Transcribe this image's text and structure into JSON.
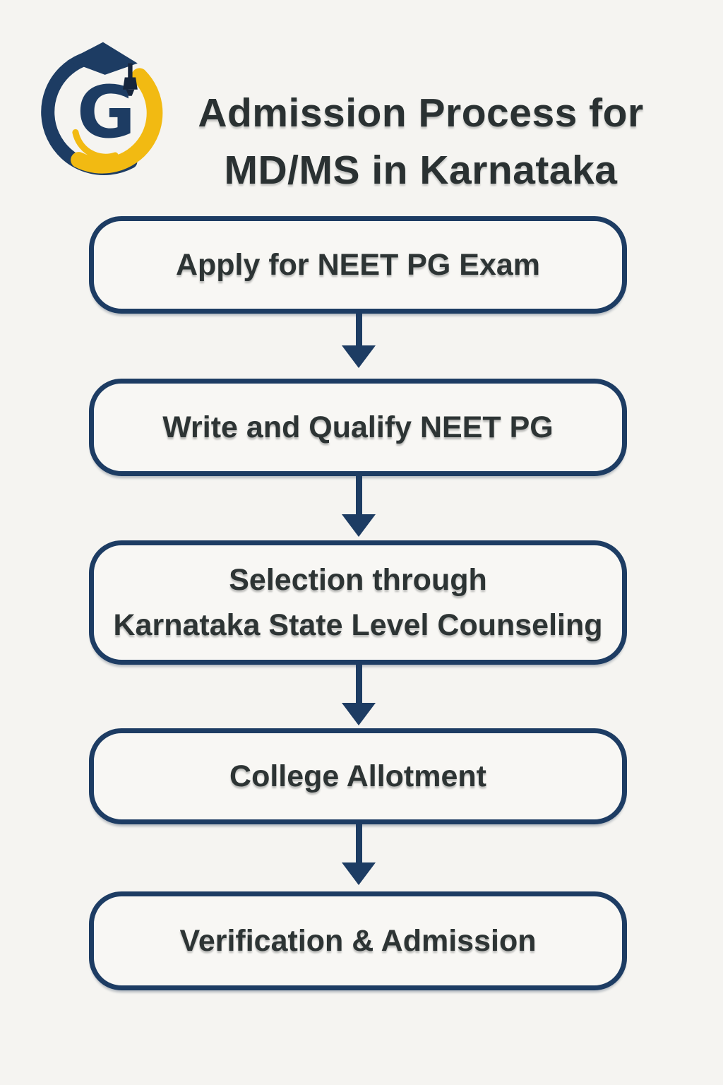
{
  "theme": {
    "background": "#f5f4f1",
    "navy": "#1d3c63",
    "gold": "#f2ba12",
    "text_dark": "#2d3434",
    "box_fill": "#f8f7f4"
  },
  "header": {
    "logo": "g-graduation-cap-logo",
    "title_line1": "Admission Process for",
    "title_line2": "MD/MS in Karnataka"
  },
  "flow": {
    "steps": [
      {
        "label": "Apply for NEET PG Exam"
      },
      {
        "label": "Write and Qualify NEET PG"
      },
      {
        "label_line1": "Selection through",
        "label_line2": "Karnataka State Level Counseling"
      },
      {
        "label": "College Allotment"
      },
      {
        "label": "Verification & Admission"
      }
    ]
  }
}
